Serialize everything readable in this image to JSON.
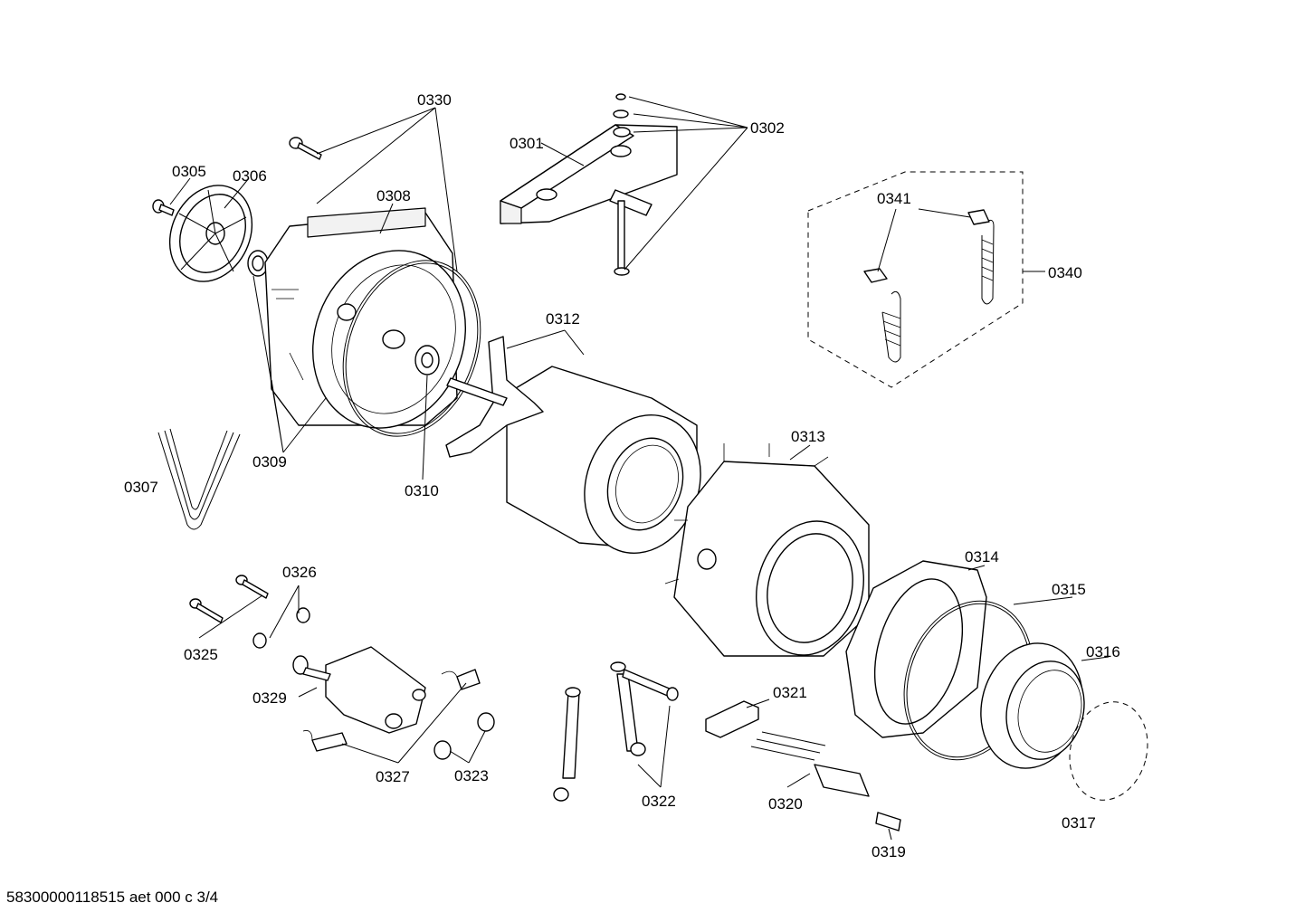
{
  "footer": "58300000118515 aet 000 c 3/4",
  "labels": {
    "p0301": "0301",
    "p0302": "0302",
    "p0305": "0305",
    "p0306": "0306",
    "p0307": "0307",
    "p0308": "0308",
    "p0309": "0309",
    "p0310": "0310",
    "p0312": "0312",
    "p0313": "0313",
    "p0314": "0314",
    "p0315": "0315",
    "p0316": "0316",
    "p0317": "0317",
    "p0319": "0319",
    "p0320": "0320",
    "p0321": "0321",
    "p0322": "0322",
    "p0323": "0323",
    "p0325": "0325",
    "p0326": "0326",
    "p0327": "0327",
    "p0329": "0329",
    "p0330": "0330",
    "p0340": "0340",
    "p0341": "0341"
  }
}
